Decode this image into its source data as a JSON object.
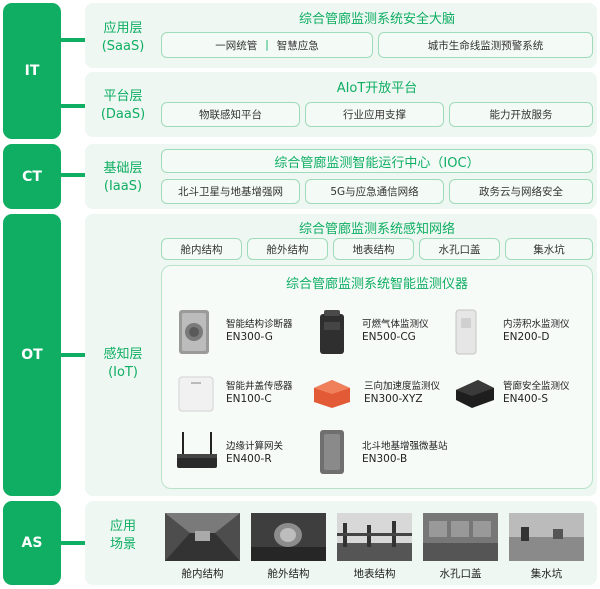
{
  "layers": {
    "it": {
      "tag": "IT",
      "name": "应用层",
      "sub": "(SaaS)",
      "title": "综合管廊监测系统安全大脑",
      "box1_a": "一网统管",
      "box1_sep": "|",
      "box1_b": "智慧应急",
      "box2": "城市生命线监测预警系统"
    },
    "daas": {
      "name": "平台层",
      "sub": "(DaaS)",
      "title": "AIoT开放平台",
      "boxes": [
        "物联感知平台",
        "行业应用支撑",
        "能力开放服务"
      ]
    },
    "ct": {
      "tag": "CT",
      "name": "基础层",
      "sub": "(IaaS)",
      "title": "综合管廊监测智能运行中心（IOC）",
      "boxes": [
        "北斗卫星与地基增强网",
        "5G与应急通信网络",
        "政务云与网络安全"
      ]
    },
    "ot": {
      "tag": "OT",
      "name": "感知层",
      "sub": "(IoT)",
      "title": "综合管廊监测系统感知网络",
      "boxes": [
        "舱内结构",
        "舱外结构",
        "地表结构",
        "水孔口盖",
        "集水坑"
      ],
      "instruments_title": "综合管廊监测系统智能监测仪器",
      "devices": [
        {
          "name": "智能结构诊断器",
          "model": "EN300-G"
        },
        {
          "name": "可燃气体监测仪",
          "model": "EN500-CG"
        },
        {
          "name": "内涝积水监测仪",
          "model": "EN200-D"
        },
        {
          "name": "智能井盖传感器",
          "model": "EN100-C"
        },
        {
          "name": "三向加速度监测仪",
          "model": "EN300-XYZ"
        },
        {
          "name": "管廊安全监测仪",
          "model": "EN400-S"
        },
        {
          "name": "边缘计算网关",
          "model": "EN400-R"
        },
        {
          "name": "北斗地基增强微基站",
          "model": "EN300-B"
        }
      ]
    },
    "as": {
      "tag": "AS",
      "name1": "应用",
      "name2": "场景",
      "captions": [
        "舱内结构",
        "舱外结构",
        "地表结构",
        "水孔口盖",
        "集水坑"
      ]
    }
  },
  "colors": {
    "accent": "#0fae63",
    "panel": "#eef7f1",
    "border": "#9fdbb8"
  }
}
